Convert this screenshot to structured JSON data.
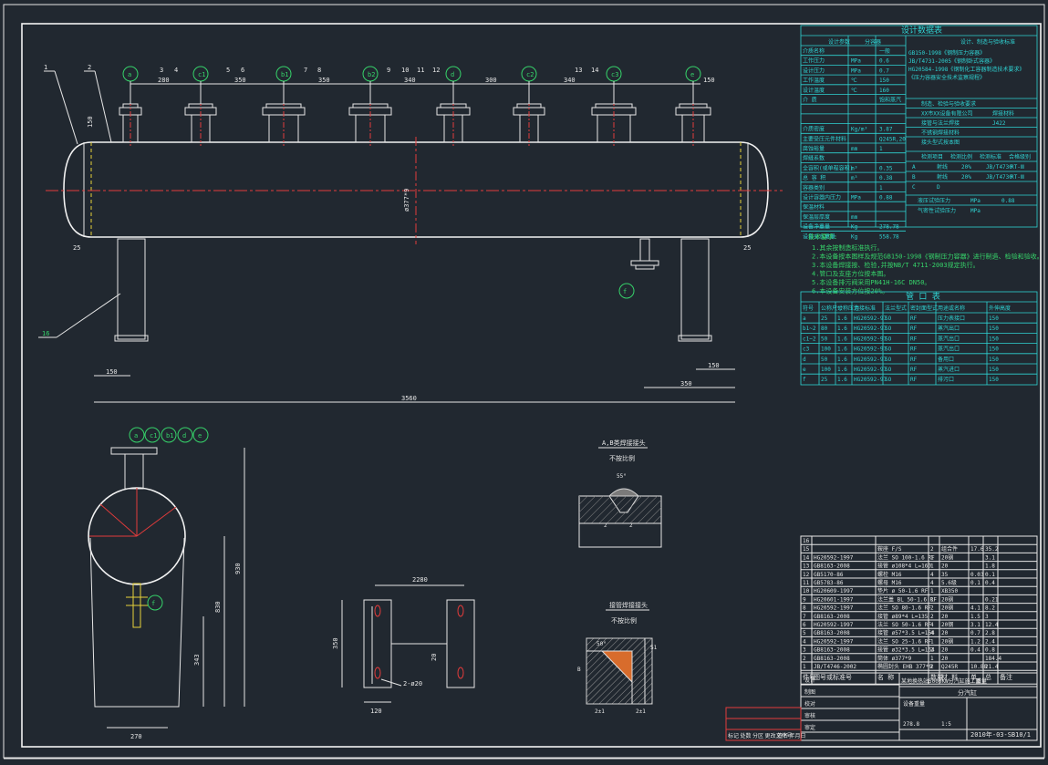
{
  "nozzles_top": [
    "a",
    "c1",
    "b1",
    "b2",
    "d",
    "c2",
    "c3",
    "e"
  ],
  "nozzle_f": "f",
  "parts_labels": [
    "1",
    "2",
    "3",
    "4",
    "5",
    "6",
    "7",
    "8",
    "9",
    "10",
    "11",
    "12",
    "13",
    "14",
    "15",
    "16"
  ],
  "dims": {
    "top": [
      "280",
      "350",
      "350",
      "340",
      "300",
      "340",
      "150"
    ],
    "d150": "150",
    "d25_left": "25",
    "d25_right": "25",
    "d150_bottom": "150",
    "d150_right": "150",
    "d350": "350",
    "total": "3560",
    "dia": "ø377*9",
    "side_w": "270",
    "side_h1": "343",
    "side_h2": "830",
    "side_h3": "930",
    "sup_w": "2280",
    "sup_h": "350",
    "sup_b": "120",
    "sup_hole": "2-ø20",
    "sup_r": "20"
  },
  "detail_a": {
    "title": "A,B类焊接接头",
    "sub": "不按比例",
    "angle": "55°",
    "gap": "2",
    "root": "2"
  },
  "detail_b": {
    "title": "接管焊接接头",
    "sub": "不按比例",
    "angle": "50°",
    "s1": "S1",
    "b": "B",
    "g1": "2±1",
    "g2": "2±1"
  },
  "design_table": {
    "title": "设计数据表",
    "col1": "设计参数",
    "col2": "分容器",
    "col3": "设计、制造与验收标准",
    "rows": [
      [
        "介质名称",
        "",
        "一般"
      ],
      [
        "工作压力",
        "MPa",
        "0.6"
      ],
      [
        "设计压力",
        "MPa",
        "0.7"
      ],
      [
        "工作温度",
        "℃",
        "150"
      ],
      [
        "设计温度",
        "℃",
        "160"
      ],
      [
        "介 质",
        "",
        "饱和蒸汽"
      ],
      [
        "",
        "",
        ""
      ],
      [
        "",
        "",
        ""
      ],
      [
        "介质密度",
        "Kg/m³",
        "3.87"
      ],
      [
        "主要受压元件材料",
        "",
        "Q245R,20"
      ],
      [
        "腐蚀裕量",
        "mm",
        "1"
      ],
      [
        "焊缝系数",
        "",
        ""
      ],
      [
        "全容积(或单程容积)",
        "m³",
        "0.35"
      ],
      [
        "总 容 积",
        "m³",
        "0.38"
      ],
      [
        "容器类别",
        "",
        "1"
      ],
      [
        "设计容器内压力",
        "MPa",
        "0.88"
      ],
      [
        "保温材料",
        "",
        ""
      ],
      [
        "保温层厚度",
        "mm",
        ""
      ],
      [
        "设备净重量",
        "Kg",
        "278.78"
      ],
      [
        "设备充水重量",
        "Kg",
        "558.78"
      ]
    ],
    "std_lines": [
      "GB150-1998《钢制压力容器》",
      "JB/T4731-2005《钢制卧式容器》",
      "HG20584-1998《钢制化工容器制造技术要求》",
      "《压力容器安全技术监察规程》"
    ],
    "right_rows": [
      [
        "制造、检验与验收要求",
        ""
      ],
      [
        "XX市XX设备有限公司",
        "焊接材料"
      ],
      [
        "接管与法兰焊接",
        "J422"
      ],
      [
        "不锈钢焊接材料",
        ""
      ],
      [
        "接头型式按本图",
        ""
      ]
    ],
    "ndt_header": [
      "检测项目",
      "检测比例",
      "检测标准",
      "合格级别"
    ],
    "ndt_rows": [
      [
        "A",
        "射线",
        "20%",
        "JB/T4730",
        "RT-Ⅲ"
      ],
      [
        "B",
        "射线",
        "20%",
        "JB/T4730",
        "RT-Ⅲ"
      ],
      [
        "C",
        "D",
        "",
        "",
        ""
      ]
    ],
    "test_rows": [
      [
        "液压试验压力",
        "MPa",
        "0.88"
      ],
      [
        "气密性试验压力",
        "MPa",
        ""
      ]
    ]
  },
  "tech_req": {
    "title": "技术要求:",
    "lines": [
      "1.其余按制造标准执行。",
      "2.本设备按本图样及规范GB150-1998《钢制压力容器》进行制造、检验和验收。",
      "3.本设备焊接按、检验,并按NB/T 4711-2003规定执行。",
      "4.管口及支座方位按本图。",
      "5.本设备排污阀采用PN41H-16C DN50。",
      "6.本设备安装方位按20%。"
    ]
  },
  "nozzle_table": {
    "title": "管 口 表",
    "header": [
      "符号",
      "公称尺寸",
      "公称压力",
      "连接标准",
      "法兰型式",
      "密封面型式",
      "用途或名称",
      "外伸高度"
    ],
    "rows": [
      [
        "a",
        "25",
        "1.6",
        "HG20592-97",
        "SO",
        "RF",
        "压力表接口",
        "150"
      ],
      [
        "b1~2",
        "80",
        "1.6",
        "HG20592-97",
        "SO",
        "RF",
        "蒸汽出口",
        "150"
      ],
      [
        "c1~2",
        "50",
        "1.6",
        "HG20592-97",
        "SO",
        "RF",
        "蒸汽出口",
        "150"
      ],
      [
        "c3",
        "100",
        "1.6",
        "HG20592-97",
        "SO",
        "RF",
        "蒸汽出口",
        "150"
      ],
      [
        "d",
        "50",
        "1.6",
        "HG20592-97",
        "SO",
        "RF",
        "备用口",
        "150"
      ],
      [
        "e",
        "100",
        "1.6",
        "HG20592-97",
        "SO",
        "RF",
        "蒸汽进口",
        "150"
      ],
      [
        "f",
        "25",
        "1.6",
        "HG20592-97",
        "SO",
        "RF",
        "排污口",
        "150"
      ]
    ]
  },
  "bom": {
    "header": [
      "件号",
      "图号或标准号",
      "名称",
      "数量",
      "材料",
      "单重",
      "总重",
      "备注"
    ],
    "rows": [
      [
        "16",
        "",
        "",
        "",
        "",
        "",
        "",
        ""
      ],
      [
        "15",
        "",
        "鞍座 F/S",
        "2",
        "组合件",
        "17.6",
        "35.2",
        ""
      ],
      [
        "14",
        "HG20592-1997",
        "法兰 SO 100-1.6 RF",
        "1",
        "20钢",
        "",
        "3.1",
        ""
      ],
      [
        "13",
        "GB8163-2008",
        "接管 ø108*4 L=160",
        "1",
        "20",
        "",
        "1.8",
        ""
      ],
      [
        "12",
        "GB5170-86",
        "螺栓 M16",
        "4",
        "35",
        "0.03",
        "0.1",
        ""
      ],
      [
        "11",
        "GB5783-86",
        "螺母 M16",
        "4",
        "5.6级",
        "0.1",
        "0.4",
        ""
      ],
      [
        "10",
        "HG20609-1997",
        "垫片 ø 50-1.6 RF",
        "1",
        "XB350",
        "",
        "",
        ""
      ],
      [
        "9",
        "HG20601-1997",
        "法兰盖 BL 50-1.6 RF",
        "1",
        "20钢",
        "",
        "0.21",
        ""
      ],
      [
        "8",
        "HG20592-1997",
        "法兰 SO 80-1.6 RF",
        "2",
        "20钢",
        "4.1",
        "8.2",
        ""
      ],
      [
        "7",
        "GB8163-2008",
        "接管 ø89*4 L=135",
        "2",
        "20",
        "1.5",
        "3",
        ""
      ],
      [
        "6",
        "HG20592-1997",
        "法兰 SO 50-1.6 RF",
        "4",
        "20钢",
        "3.1",
        "12.4",
        ""
      ],
      [
        "5",
        "GB8163-2008",
        "接管 ø57*3.5 L=164",
        "4",
        "20",
        "0.7",
        "2.8",
        ""
      ],
      [
        "4",
        "HG20592-1997",
        "法兰 SO 25-1.6 RF",
        "1",
        "20钢",
        "1.2",
        "2.4",
        ""
      ],
      [
        "3",
        "GB8163-2008",
        "接管 ø32*3.5 L=164",
        "2",
        "20",
        "0.4",
        "0.8",
        ""
      ],
      [
        "2",
        "GB8163-2008",
        "筒体 ø377*9",
        "1",
        "20",
        "",
        "184.4",
        ""
      ],
      [
        "1",
        "JB/T4746-2002",
        "椭圆封头 EHB 377*9",
        "2",
        "Q245R",
        "10.88",
        "21.4",
        ""
      ]
    ],
    "footer": [
      "件号",
      "图号或标准号",
      "名 称",
      "数量",
      "材 料",
      "单",
      "总",
      "备注"
    ],
    "weight": "重量"
  },
  "title_block": {
    "company": "某地换热站5000KW分汽缸施工图",
    "name": "分汽缸",
    "drawing_no": "2010年-03-SB10/1",
    "weight_label": "设备重量",
    "weight": "278.8",
    "scale": "1:5",
    "rows": [
      "设计",
      "制图",
      "校对",
      "审核",
      "审定"
    ],
    "rev": [
      "标记",
      "处数",
      "分区",
      "更改文件号",
      "签名",
      "年月日"
    ]
  }
}
